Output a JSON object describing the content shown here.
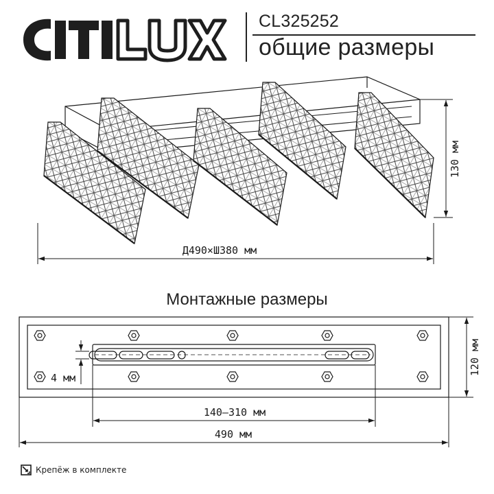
{
  "brand": {
    "logo_text": "CITILUX"
  },
  "header": {
    "model_code": "CL325252",
    "subtitle": "общие размеры"
  },
  "overall_view": {
    "width_label": "Д490×Ш380 мм",
    "height_label": "130 мм",
    "shade_count": 5
  },
  "mounting": {
    "title": "Монтажные размеры",
    "gap_label": "4 мм",
    "height_label": "120 мм",
    "slot_range_label": "140–310 мм",
    "length_label": "490 мм"
  },
  "footer": {
    "icon": "mounting-kit-icon",
    "text": "Крепёж в комплекте"
  }
}
